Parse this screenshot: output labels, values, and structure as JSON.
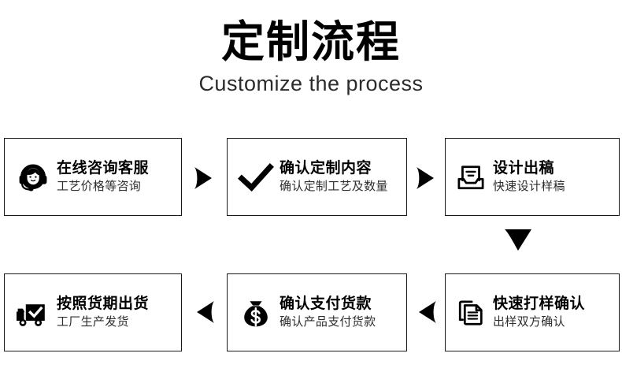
{
  "header": {
    "title": "定制流程",
    "subtitle": "Customize the process"
  },
  "colors": {
    "text": "#000000",
    "subtext": "#2e2e2e",
    "border": "#1b1b1b",
    "background": "#ffffff",
    "icon": "#000000"
  },
  "flow": {
    "steps": [
      {
        "id": "step-1",
        "icon": "headset-support-icon",
        "title": "在线咨询客服",
        "subtitle": "工艺价格等咨询"
      },
      {
        "id": "step-2",
        "icon": "checkmark-icon",
        "title": "确认定制内容",
        "subtitle": "确认定制工艺及数量"
      },
      {
        "id": "step-3",
        "icon": "document-inbox-icon",
        "title": "设计出稿",
        "subtitle": "快速设计样稿"
      },
      {
        "id": "step-4",
        "icon": "stacked-documents-icon",
        "title": "快速打样确认",
        "subtitle": "出样双方确认"
      },
      {
        "id": "step-5",
        "icon": "money-bag-dollar-icon",
        "title": "确认支付货款",
        "subtitle": "确认产品支付货款"
      },
      {
        "id": "step-6",
        "icon": "delivery-truck-check-icon",
        "title": "按照货期出货",
        "subtitle": "工厂生产发货"
      }
    ],
    "connectors": [
      {
        "id": "arrow-1-2",
        "direction": "right"
      },
      {
        "id": "arrow-2-3",
        "direction": "right"
      },
      {
        "id": "arrow-3-4",
        "direction": "down"
      },
      {
        "id": "arrow-4-5",
        "direction": "left"
      },
      {
        "id": "arrow-5-6",
        "direction": "left"
      }
    ]
  }
}
